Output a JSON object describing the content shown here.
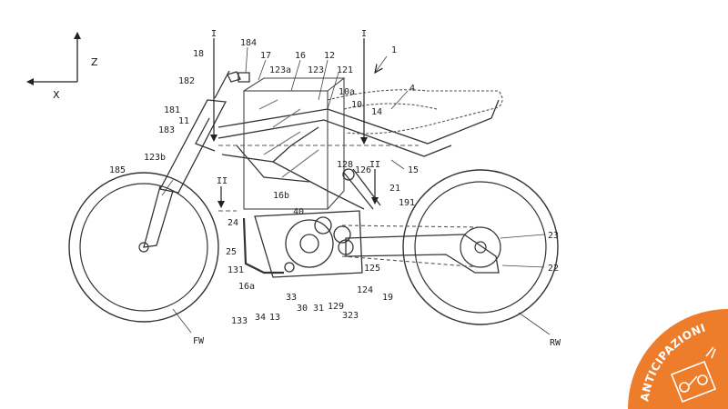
{
  "axes": {
    "z_label": "Z",
    "x_label": "X"
  },
  "section_marks": {
    "top_left": "I",
    "top_right": "I",
    "mid_left": "II",
    "mid_right": "II"
  },
  "labels": {
    "l1": "1",
    "l4": "4",
    "l10": "10",
    "l10a": "10a",
    "l11": "11",
    "l12": "12",
    "l13": "13",
    "l14": "14",
    "l15": "15",
    "l16": "16",
    "l16a": "16a",
    "l16b": "16b",
    "l17": "17",
    "l18": "18",
    "l19": "19",
    "l21": "21",
    "l22": "22",
    "l23": "23",
    "l24": "24",
    "l25": "25",
    "l30": "30",
    "l31": "31",
    "l33": "33",
    "l34": "34",
    "l40": "40",
    "l121": "121",
    "l123": "123",
    "l123a": "123a",
    "l123b": "123b",
    "l124": "124",
    "l125": "125",
    "l126": "126",
    "l128": "128",
    "l129": "129",
    "l131": "131",
    "l133": "133",
    "l181": "181",
    "l182": "182",
    "l183": "183",
    "l184": "184",
    "l185": "185",
    "l191": "191",
    "l323": "323",
    "fw": "FW",
    "rw": "RW"
  },
  "badge": {
    "text": "ANTICIPAZIONI",
    "color": "#ee7d2b"
  }
}
